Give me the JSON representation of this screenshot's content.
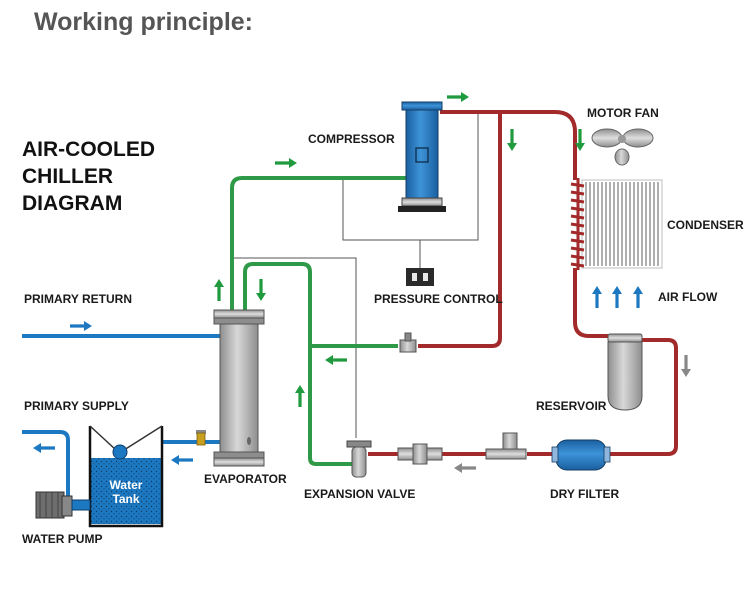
{
  "heading": "Working principle:",
  "title_lines": [
    "AIR-COOLED",
    "CHILLER",
    "DIAGRAM"
  ],
  "labels": {
    "compressor": "COMPRESSOR",
    "motor_fan": "MOTOR FAN",
    "condenser": "CONDENSER",
    "air_flow": "AIR FLOW",
    "pressure_control": "PRESSURE CONTROL",
    "primary_return": "PRIMARY RETURN",
    "primary_supply": "PRIMARY SUPPLY",
    "reservoir": "RESERVOIR",
    "evaporator": "EVAPORATOR",
    "expansion_valve": "EXPANSION VALVE",
    "dry_filter": "DRY FILTER",
    "water_pump": "WATER PUMP"
  },
  "tank_label": [
    "Water",
    "Tank"
  ],
  "colors": {
    "hot_refrigerant": "#a32a2a",
    "cold_refrigerant": "#2e9a48",
    "water": "#1d78c2",
    "flow_arrow_green": "#1f9a3e",
    "flow_arrow_blue": "#1d78c2",
    "flow_arrow_gray": "#888888",
    "equipment_gray": "#b4b4b4",
    "equipment_blue": "#1f73bb"
  }
}
